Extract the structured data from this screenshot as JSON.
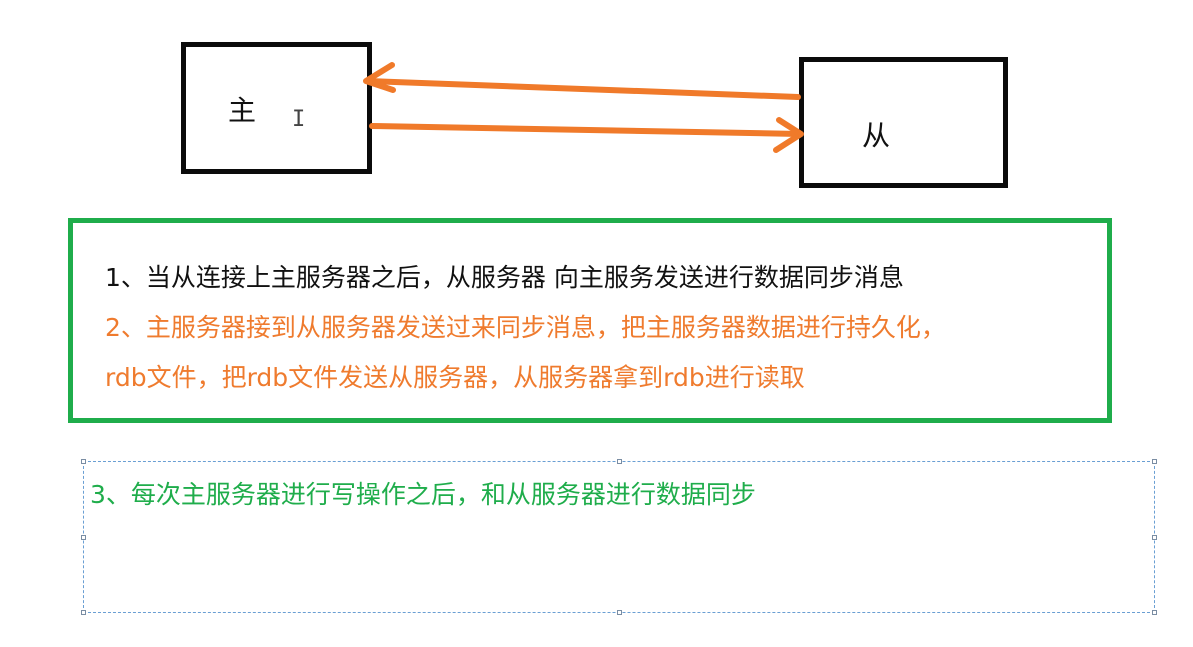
{
  "diagram": {
    "master_label": "主",
    "slave_label": "从",
    "arrow_color": "#f07a2a",
    "info_border_color": "#1fad4b"
  },
  "steps": {
    "step1": "1、当从连接上主服务器之后，从服务器 向主服务发送进行数据同步消息",
    "step2": "2、主服务器接到从服务器发送过来同步消息，把主服务器数据进行持久化，",
    "step2_cont": "rdb文件，把rdb文件发送从服务器，从服务器拿到rdb进行读取",
    "step3": "3、每次主服务器进行写操作之后，和从服务器进行数据同步"
  }
}
